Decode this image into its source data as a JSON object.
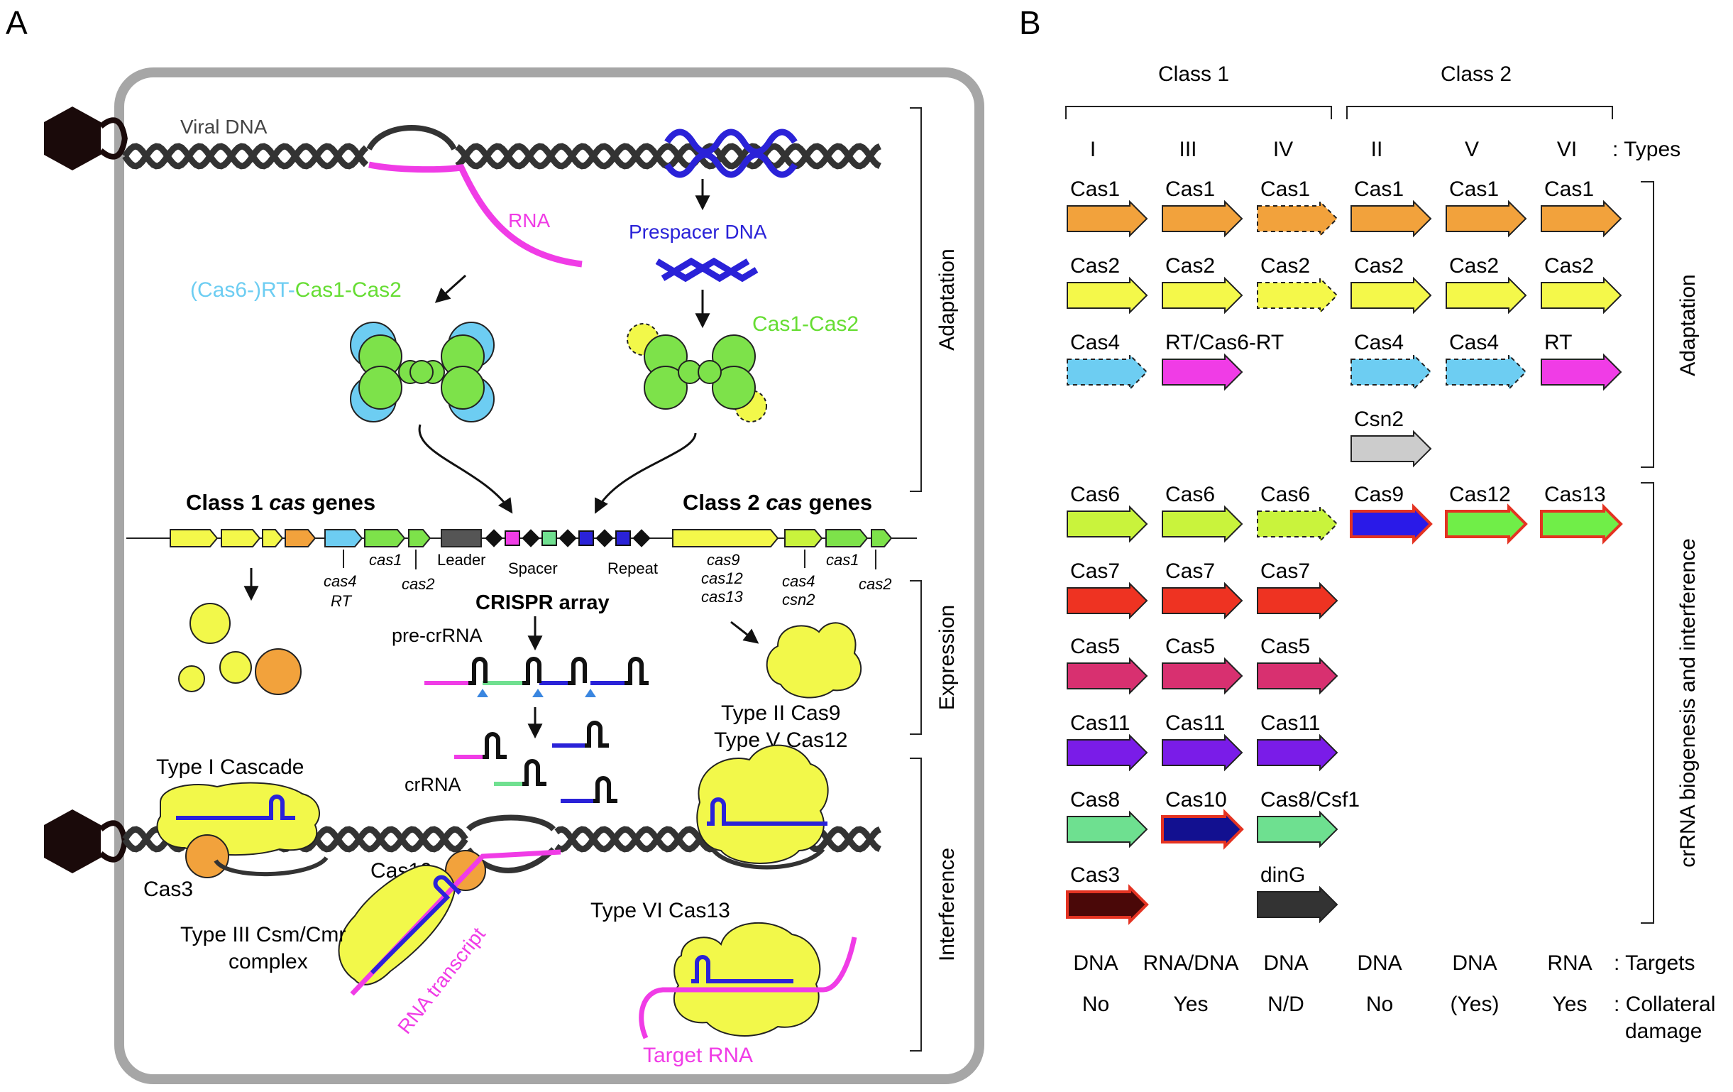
{
  "panel_a": {
    "letter": "A",
    "viral_dna": "Viral DNA",
    "rna": "RNA",
    "prespacer": "Prespacer DNA",
    "rt_complex": {
      "part1": "(Cas6-)RT-",
      "part2": "Cas1-Cas2"
    },
    "cas1cas2": "Cas1-Cas2",
    "class1_cas": {
      "pre": "Class 1 ",
      "italic": "cas",
      "post": " genes"
    },
    "class2_cas": {
      "pre": "Class 2 ",
      "italic": "cas",
      "post": " genes"
    },
    "gene_labels": {
      "cas4": "cas4",
      "rt": "RT",
      "cas1": "cas1",
      "cas2": "cas2",
      "leader": "Leader",
      "spacer": "Spacer",
      "repeat": "Repeat",
      "cas9": "cas9",
      "cas12": "cas12",
      "cas13": "cas13",
      "cas4b": "cas4",
      "csn2": "csn2",
      "cas1b": "cas1",
      "cas2b": "cas2"
    },
    "crispr_array": "CRISPR array",
    "pre_crrna": "pre-crRNA",
    "crrna": "crRNA",
    "type2_cas9": "Type II Cas9",
    "type5_cas12": "Type V Cas12",
    "type1_cascade": "Type I Cascade",
    "cas3": "Cas3",
    "cas10": "Cas10",
    "type3_line1": "Type III Csm/Cmr",
    "type3_line2": "complex",
    "rna_transcript": "RNA transcript",
    "type6": "Type VI Cas13",
    "target_rna": "Target RNA",
    "stages": [
      "Adaptation",
      "Expression",
      "Interference"
    ]
  },
  "panel_b": {
    "letter": "B",
    "class1": "Class 1",
    "class2": "Class 2",
    "types": [
      "I",
      "III",
      "IV",
      "II",
      "V",
      "VI"
    ],
    "types_label": ": Types",
    "adaptation_rows": [
      [
        {
          "label": "Cas1",
          "color": "#f2a23c",
          "dashed": false
        },
        {
          "label": "Cas1",
          "color": "#f2a23c",
          "dashed": false
        },
        {
          "label": "Cas1",
          "color": "#f2a23c",
          "dashed": true
        },
        {
          "label": "Cas1",
          "color": "#f2a23c",
          "dashed": false
        },
        {
          "label": "Cas1",
          "color": "#f2a23c",
          "dashed": false
        },
        {
          "label": "Cas1",
          "color": "#f2a23c",
          "dashed": false
        }
      ],
      [
        {
          "label": "Cas2",
          "color": "#f4f84a",
          "dashed": false
        },
        {
          "label": "Cas2",
          "color": "#f4f84a",
          "dashed": false
        },
        {
          "label": "Cas2",
          "color": "#f4f84a",
          "dashed": true
        },
        {
          "label": "Cas2",
          "color": "#f4f84a",
          "dashed": false
        },
        {
          "label": "Cas2",
          "color": "#f4f84a",
          "dashed": false
        },
        {
          "label": "Cas2",
          "color": "#f4f84a",
          "dashed": false
        }
      ],
      [
        {
          "label": "Cas4",
          "color": "#6dcdf2",
          "dashed": true
        },
        {
          "label": "RT/Cas6-RT",
          "color": "#f03ce6",
          "dashed": false
        },
        null,
        {
          "label": "Cas4",
          "color": "#6dcdf2",
          "dashed": true
        },
        {
          "label": "Cas4",
          "color": "#6dcdf2",
          "dashed": true
        },
        {
          "label": "RT",
          "color": "#f03ce6",
          "dashed": false
        }
      ],
      [
        null,
        null,
        null,
        {
          "label": "Csn2",
          "color": "#cccccc",
          "dashed": false
        },
        null,
        null
      ]
    ],
    "interference_rows": [
      [
        {
          "label": "Cas6",
          "color": "#c9f33c",
          "dashed": false
        },
        {
          "label": "Cas6",
          "color": "#c9f33c",
          "dashed": false
        },
        {
          "label": "Cas6",
          "color": "#c9f33c",
          "dashed": true
        },
        {
          "label": "Cas9",
          "color": "#2a1ae8",
          "dashed": false,
          "red": true
        },
        {
          "label": "Cas12",
          "color": "#70ee48",
          "dashed": false,
          "red": true
        },
        {
          "label": "Cas13",
          "color": "#70ee48",
          "dashed": false,
          "red": true
        }
      ],
      [
        {
          "label": "Cas7",
          "color": "#ee3322",
          "dashed": false
        },
        {
          "label": "Cas7",
          "color": "#ee3322",
          "dashed": false
        },
        {
          "label": "Cas7",
          "color": "#ee3322",
          "dashed": false
        },
        null,
        null,
        null
      ],
      [
        {
          "label": "Cas5",
          "color": "#d83070",
          "dashed": false
        },
        {
          "label": "Cas5",
          "color": "#d83070",
          "dashed": false
        },
        {
          "label": "Cas5",
          "color": "#d83070",
          "dashed": false
        },
        null,
        null,
        null
      ],
      [
        {
          "label": "Cas11",
          "color": "#7a1ce8",
          "dashed": false
        },
        {
          "label": "Cas11",
          "color": "#7a1ce8",
          "dashed": false
        },
        {
          "label": "Cas11",
          "color": "#7a1ce8",
          "dashed": false
        },
        null,
        null,
        null
      ],
      [
        {
          "label": "Cas8",
          "color": "#6ee090",
          "dashed": false
        },
        {
          "label": "Cas10",
          "color": "#121090",
          "dashed": false,
          "red": true
        },
        {
          "label": "Cas8/Csf1",
          "color": "#6ee090",
          "dashed": false
        },
        null,
        null,
        null
      ],
      [
        {
          "label": "Cas3",
          "color": "#4a0808",
          "dashed": false,
          "red": true
        },
        null,
        {
          "label": "dinG",
          "color": "#333333",
          "dashed": false
        },
        null,
        null,
        null
      ]
    ],
    "targets": [
      "DNA",
      "RNA/DNA",
      "DNA",
      "DNA",
      "DNA",
      "RNA"
    ],
    "targets_label": ": Targets",
    "collateral": [
      "No",
      "Yes",
      "N/D",
      "No",
      "(Yes)",
      "Yes"
    ],
    "collateral_label1": ": Collateral",
    "collateral_label2": "damage",
    "side_adaptation": "Adaptation",
    "side_interference": "crRNA biogenesis and interference"
  }
}
